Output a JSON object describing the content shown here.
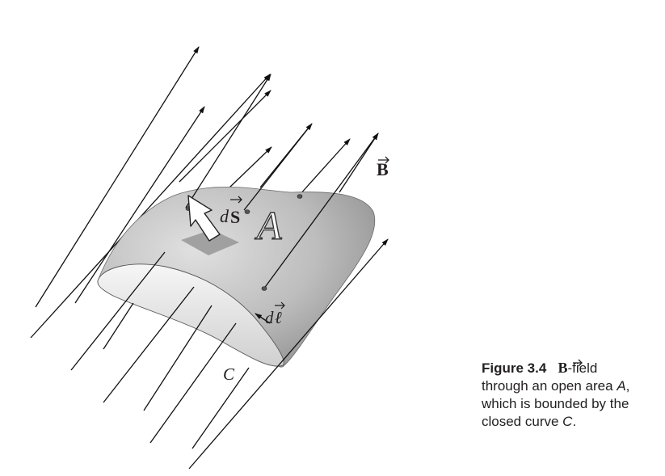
{
  "labels": {
    "field": "B",
    "area_element": "S",
    "area_prefix": "d",
    "line_prefix": "d",
    "line_element": "ℓ",
    "area": "A",
    "curve": "C"
  },
  "caption": {
    "figure_label": "Figure 3.4",
    "field_symbol": "B",
    "field_suffix": "-field",
    "text_1": "through an open area ",
    "area_name": "A",
    "text_2": ",",
    "text_3": "which is bounded by the",
    "text_4": "closed curve ",
    "curve_name": "C",
    "text_5": "."
  },
  "colors": {
    "surface_light": "#d6d6d6",
    "surface_mid": "#b2b2b2",
    "surface_dark": "#8a8a8a",
    "inner_rim": "#eeeeee",
    "patch": "#9a9a9a",
    "line": "#111111",
    "text": "#231f20"
  }
}
